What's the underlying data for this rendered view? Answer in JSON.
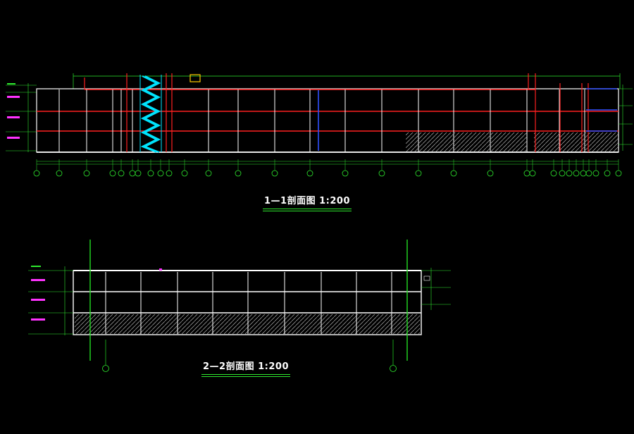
{
  "drawing": {
    "background": "#000000",
    "colors": {
      "structure": "#ffffff",
      "beam": "#ff2020",
      "axis": "#22dd22",
      "stair": "#00e5ff",
      "annotation": "#2ee82e",
      "label": "#ff33ff",
      "blue": "#3050ff",
      "hatch": "#9a9a9a"
    }
  },
  "sections": [
    {
      "id": "1-1",
      "title": "1—1剖面图 1:200"
    },
    {
      "id": "2-2",
      "title": "2—2剖面图 1:200"
    }
  ]
}
